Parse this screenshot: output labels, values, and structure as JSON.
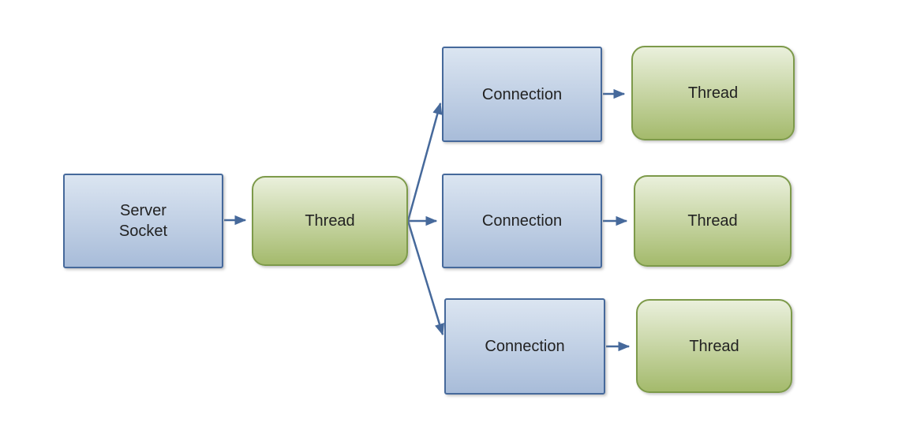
{
  "diagram": {
    "nodes": [
      {
        "id": "server-socket",
        "label": "Server\nSocket",
        "type": "blue-process-box"
      },
      {
        "id": "thread-main",
        "label": "Thread",
        "type": "green-thread-box"
      },
      {
        "id": "connection-1",
        "label": "Connection",
        "type": "blue-process-box"
      },
      {
        "id": "thread-1",
        "label": "Thread",
        "type": "green-thread-box"
      },
      {
        "id": "connection-2",
        "label": "Connection",
        "type": "blue-process-box"
      },
      {
        "id": "thread-2",
        "label": "Thread",
        "type": "green-thread-box"
      },
      {
        "id": "connection-3",
        "label": "Connection",
        "type": "blue-process-box"
      },
      {
        "id": "thread-3",
        "label": "Thread",
        "type": "green-thread-box"
      }
    ],
    "edges": [
      {
        "from": "server-socket",
        "to": "thread-main"
      },
      {
        "from": "thread-main",
        "to": "connection-1"
      },
      {
        "from": "thread-main",
        "to": "connection-2"
      },
      {
        "from": "thread-main",
        "to": "connection-3"
      },
      {
        "from": "connection-1",
        "to": "thread-1"
      },
      {
        "from": "connection-2",
        "to": "thread-2"
      },
      {
        "from": "connection-3",
        "to": "thread-3"
      }
    ]
  },
  "colors": {
    "background": "#ffffff",
    "arrow": "#46699b",
    "blue_box_border": "#46699b",
    "blue_box_fill_top": "#dbe5f1",
    "blue_box_fill_bottom": "#a8bcd9",
    "green_box_border": "#7d9a4a",
    "green_box_fill_top": "#eaf0dc",
    "green_box_fill_bottom": "#a4ba6c",
    "text": "#222222"
  }
}
